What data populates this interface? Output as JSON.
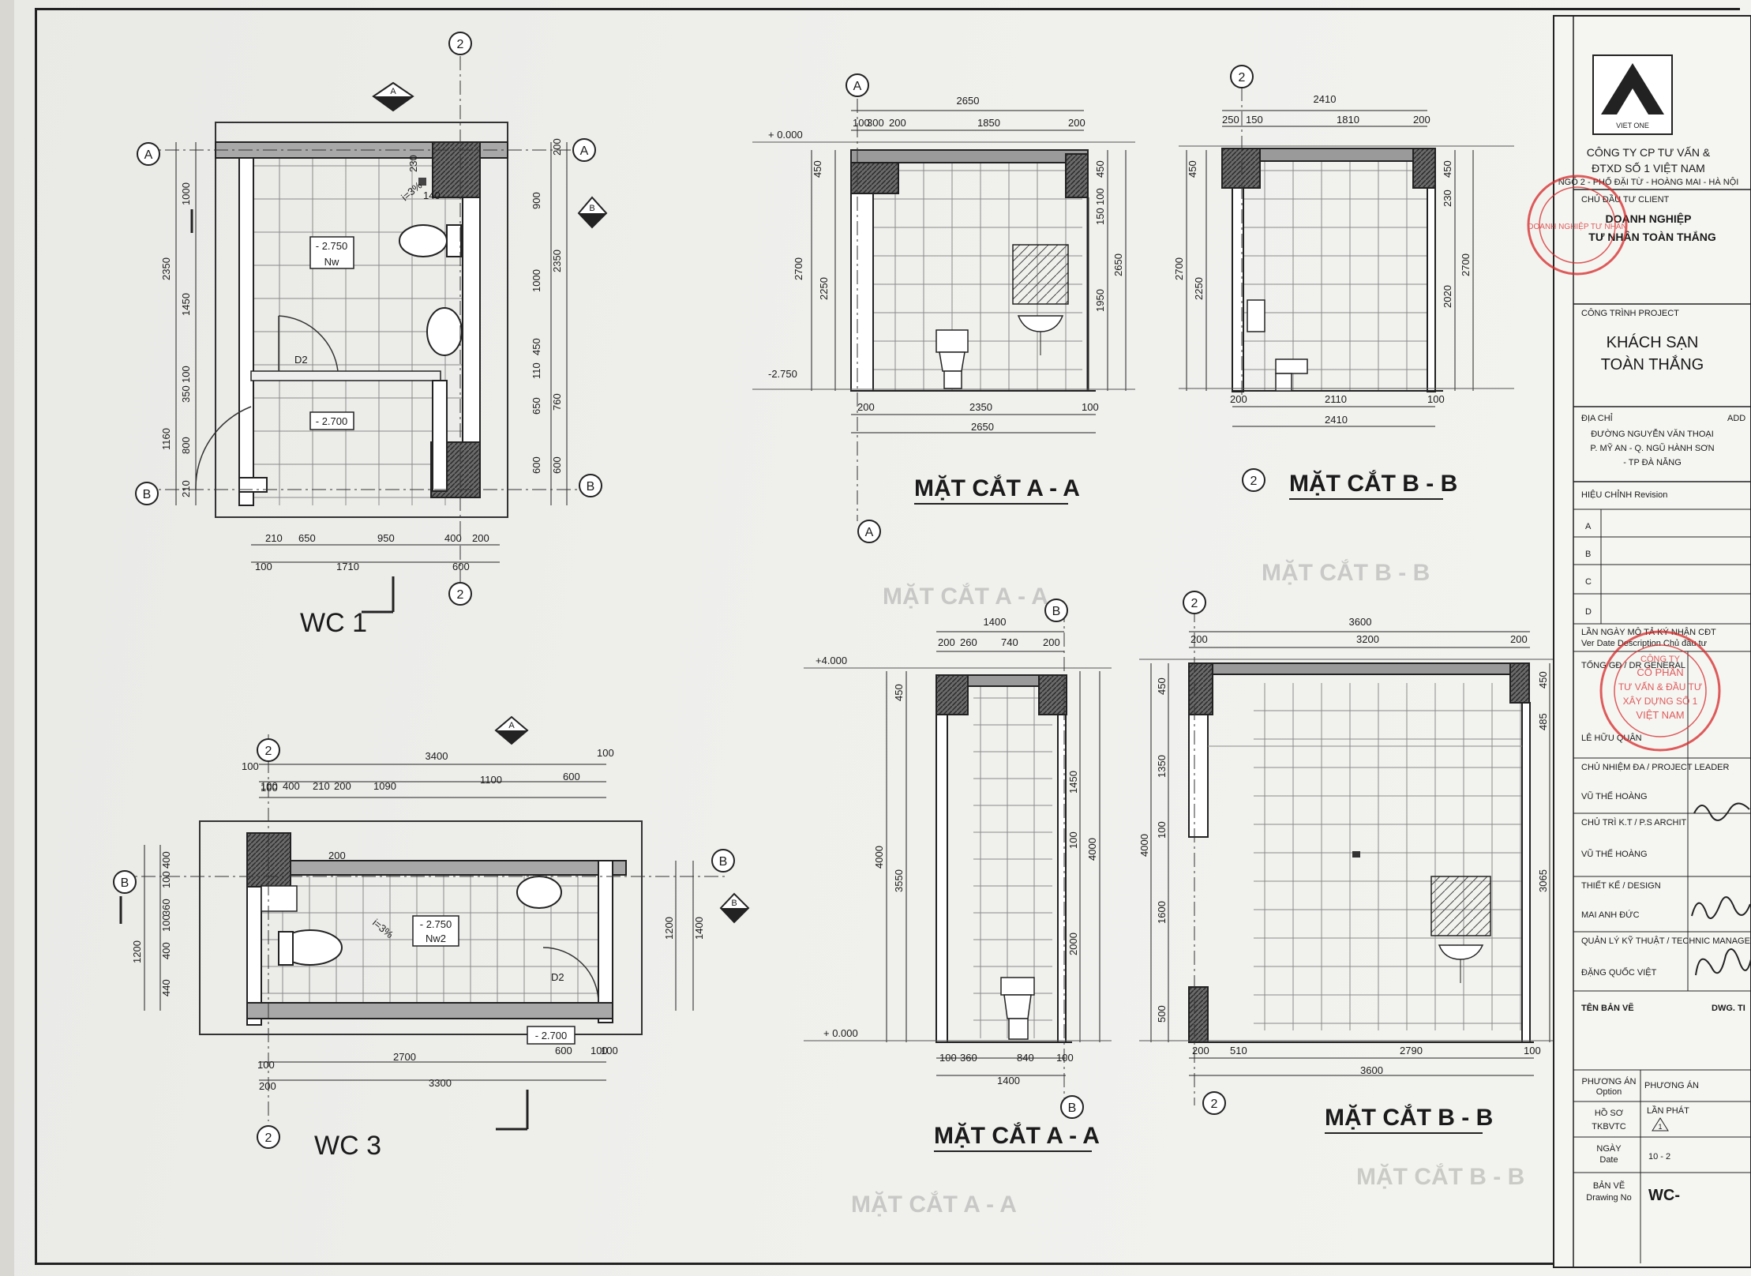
{
  "titleblock": {
    "company_line1": "CÔNG TY CP TƯ VẤN &",
    "company_line2": "ĐTXD SỐ 1 VIỆT NAM",
    "company_address": "NGÕ 2 - PHỐ ĐẶI TỪ - HOÀNG MAI - HÀ NỘI",
    "logo_text": "VIET ONE",
    "client_label": "CHỦ ĐẦU TƯ  CLIENT",
    "client_line1": "DOANH NGHIỆP",
    "client_line2": "TƯ NHÂN TOÀN THẮNG",
    "project_label": "CÔNG TRÌNH      PROJECT",
    "project_line1": "KHÁCH SẠN",
    "project_line2": "TOÀN THẮNG",
    "address_label": "ĐỊA CHỈ",
    "address_label_en": "ADD",
    "address_line1": "ĐƯỜNG NGUYỄN VĂN THOẠI",
    "address_line2": "P. MỸ AN - Q. NGŨ HÀNH SƠN",
    "address_line3": "- TP ĐÀ NẴNG",
    "revision_label": "HIỆU CHỈNH    Revision",
    "revisions": [
      "A",
      "B",
      "C",
      "D"
    ],
    "rev_header": "LẦN  NGÀY   MÔ TẢ   KÝ NHẬN CĐT",
    "rev_header_en": "Ver  Date  Description  Chủ đầu tư",
    "general_director_label": "TỔNG GĐ / DR GENERAL",
    "general_director": "LÊ HỮU QUÂN",
    "project_leader_label": "CHỦ NHIỆM ĐA / PROJECT LEADER",
    "project_leader": "VŨ THẾ HOÀNG",
    "chief_architect_label": "CHỦ TRÌ K.T / P.S ARCHIT",
    "chief_architect": "VŨ THẾ HOÀNG",
    "designer_label": "THIẾT KẾ / DESIGN",
    "designer": "MAI ANH ĐỨC",
    "tech_manager_label": "QUẢN LÝ KỸ THUẬT / TECHNIC MANAGER",
    "tech_manager": "ĐẶNG QUỐC VIỆT",
    "drawing_name_label": "TÊN BẢN VẼ",
    "drawing_name_label_en": "DWG. TI",
    "option_label": "PHƯƠNG ÁN",
    "option_label_en": "Option",
    "option_col2": "PHƯƠNG ÁN",
    "file_label": "HỒ SƠ",
    "file_value": "TKBVTC",
    "issue_label": "LẦN PHÁT",
    "issue_value": "1",
    "date_label": "NGÀY",
    "date_label_en": "Date",
    "date_value": "10 - 2",
    "drawing_no_label": "BẢN VẼ",
    "drawing_no_label_en": "Drawing No",
    "drawing_no": "WC-",
    "stamp1_text": "DOANH NGHIỆP TƯ NHÂN",
    "stamp2_line1": "CÔNG TY",
    "stamp2_line2": "CỔ PHẦN",
    "stamp2_line3": "TƯ VẤN & ĐẦU TƯ",
    "stamp2_line4": "XÂY DỰNG SỐ 1",
    "stamp2_line5": "VIỆT NAM"
  },
  "views": {
    "wc1": "WC 1",
    "wc3": "WC 3",
    "section_aa_top": "MẶT CẮT A - A",
    "section_bb_top": "MẶT CẮT B - B",
    "section_aa_bottom": "MẶT CẮT A - A",
    "section_bb_bottom": "MẶT CẮT B - B",
    "ghost_aa": "MẶT CẮT A - A",
    "ghost_bb": "MẶT CẮT B - B"
  },
  "wc1_plan": {
    "top_dims": [
      "210",
      "650",
      "950",
      "400",
      "200"
    ],
    "bottom_dims": [
      "100",
      "1710",
      "600"
    ],
    "left_dims": [
      "1000",
      "2350",
      "1450",
      "100",
      "350",
      "1160",
      "800",
      "210"
    ],
    "right_dims": [
      "200",
      "900",
      "2350",
      "1000",
      "450",
      "110",
      "650",
      "760",
      "600",
      "600"
    ],
    "inner_dims": [
      "230",
      "140",
      "i=3%"
    ],
    "level_upper": "- 2.750",
    "level_upper_sub": "Nw",
    "level_lower": "- 2.700",
    "door": "D2",
    "marker_a": "A",
    "marker_b": "B",
    "marker_2": "2"
  },
  "wc3_plan": {
    "top_total": "3400",
    "top_row2": [
      "100",
      "1100",
      "600",
      "100"
    ],
    "top_row3": [
      "100",
      "400",
      "210",
      "200",
      "1090"
    ],
    "top_left": "100",
    "left_dims": [
      "400",
      "100",
      "360",
      "100",
      "1200",
      "400",
      "440"
    ],
    "right_dims": [
      "1200",
      "1400"
    ],
    "bottom_dims": [
      "2700",
      "600",
      "100",
      "100"
    ],
    "bottom_total": "3300",
    "bottom_left": [
      "100",
      "200"
    ],
    "inner_dims": [
      "200",
      "i=3%"
    ],
    "level_upper": "- 2.750",
    "level_upper_sub": "Nw2",
    "level_lower": "- 2.700",
    "door": "D2",
    "marker_2": "2",
    "marker_b": "B",
    "marker_a": "A"
  },
  "section_aa_top": {
    "top_total": "2650",
    "top_row2": [
      "100",
      "300",
      "200",
      "1850",
      "200"
    ],
    "left_dims": [
      "450",
      "2700",
      "2250"
    ],
    "right_dims": [
      "450",
      "100",
      "150",
      "2650",
      "1950"
    ],
    "bottom_dims": [
      "200",
      "2350",
      "100"
    ],
    "bottom_total": "2650",
    "level_top": "+ 0.000",
    "level_bottom": "-2.750",
    "marker_a": "A"
  },
  "section_bb_top": {
    "top_total": "2410",
    "top_row2": [
      "250",
      "150",
      "1810",
      "200"
    ],
    "left_dims": [
      "450",
      "2700",
      "2250"
    ],
    "right_dims": [
      "450",
      "230",
      "2020",
      "2700"
    ],
    "bottom_dims": [
      "200",
      "2110",
      "100"
    ],
    "bottom_total": "2410",
    "marker_2": "2"
  },
  "section_aa_bottom": {
    "top_total": "1400",
    "top_row2": [
      "200",
      "260",
      "740",
      "200"
    ],
    "left_dims": [
      "450",
      "4000",
      "3550"
    ],
    "right_dims": [
      "1450",
      "100",
      "4000",
      "2000"
    ],
    "bottom_dims": [
      "100",
      "360",
      "840",
      "100"
    ],
    "bottom_total": "1400",
    "level_top": "+4.000",
    "level_bottom": "+ 0.000",
    "marker_b": "B"
  },
  "section_bb_bottom": {
    "top_total": "3600",
    "top_row2": [
      "200",
      "3200",
      "200"
    ],
    "left_dims": [
      "450",
      "1350",
      "100",
      "4000",
      "1600",
      "500"
    ],
    "right_dims": [
      "450",
      "485",
      "4000",
      "3065"
    ],
    "bottom_dims": [
      "200",
      "510",
      "2790",
      "100"
    ],
    "bottom_total": "3600",
    "marker_2": "2"
  }
}
